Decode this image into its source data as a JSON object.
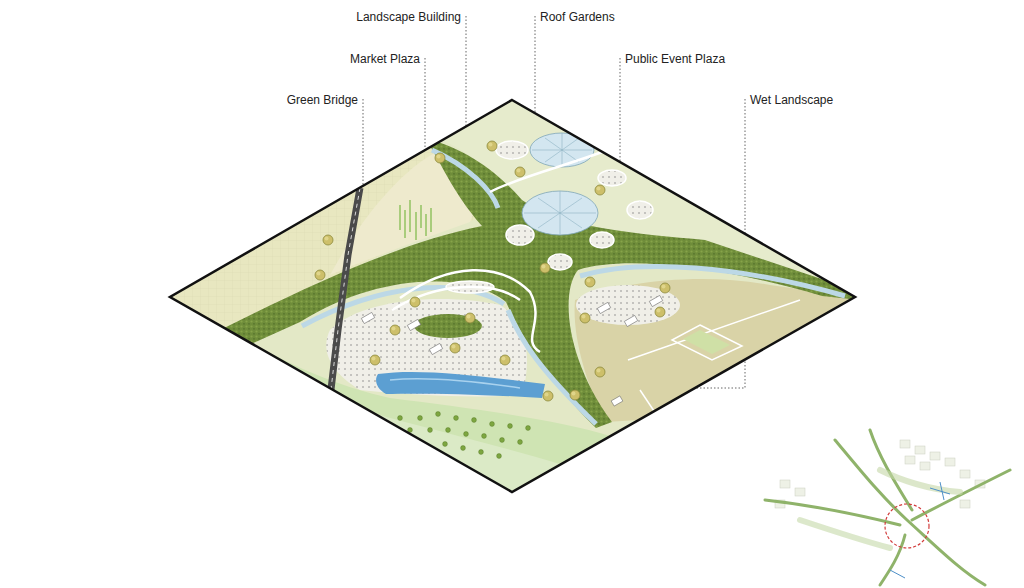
{
  "diagram": {
    "labels": [
      "Landscape Building",
      "Roof Gardens",
      "Market Plaza",
      "Public Event Plaza",
      "Green Bridge",
      "Wet Landscape"
    ]
  }
}
